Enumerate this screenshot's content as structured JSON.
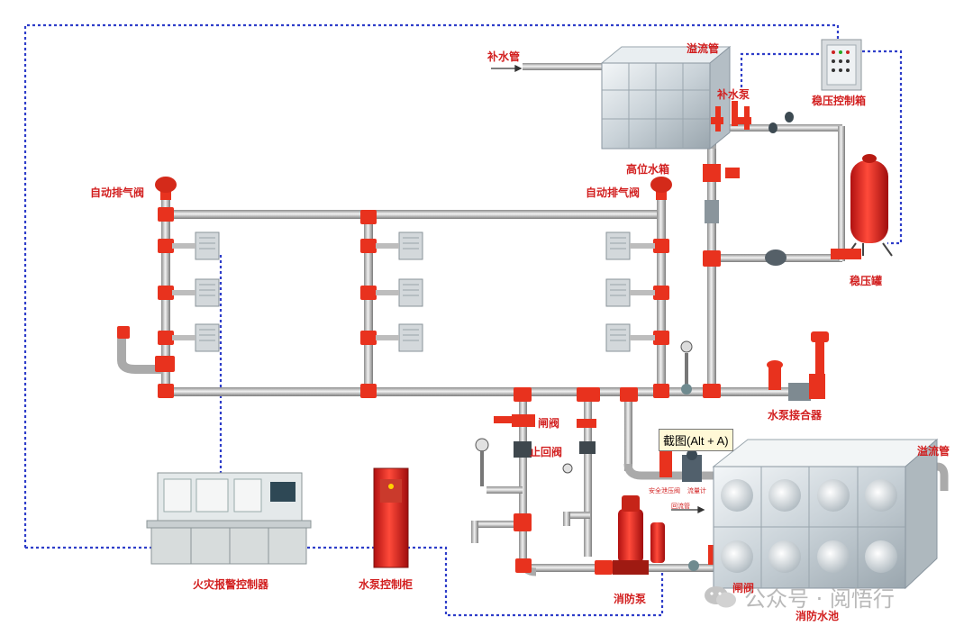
{
  "labels": {
    "makeup_pipe": "补水管",
    "overflow_top": "溢流管",
    "makeup_pump": "补水泵",
    "pressure_cabinet": "稳压控制箱",
    "high_tank": "高位水箱",
    "auto_vent_left": "自动排气阀",
    "auto_vent_right": "自动排气阀",
    "pressure_tank": "稳压罐",
    "pump_adapter": "水泵接合器",
    "gate_valve_top": "闸阀",
    "check_valve": "止回阀",
    "fire_alarm": "火灾报警控制器",
    "pump_cabinet": "水泵控制柜",
    "fire_pump": "消防泵",
    "gate_valve_bottom": "闸阀",
    "fire_pool": "消防水池",
    "overflow_bottom": "溢流管",
    "safety_valve": "安全泄压阀",
    "flow_meter": "流量计",
    "test_pipe": "回流管"
  },
  "tooltip": "截图(Alt + A)",
  "watermark": "公众号 · 阅悟行",
  "colors": {
    "pipe": "#b9b9b9",
    "fitting": "#e8321e",
    "label": "#d21f1f",
    "signal": "#2e3dc9"
  }
}
